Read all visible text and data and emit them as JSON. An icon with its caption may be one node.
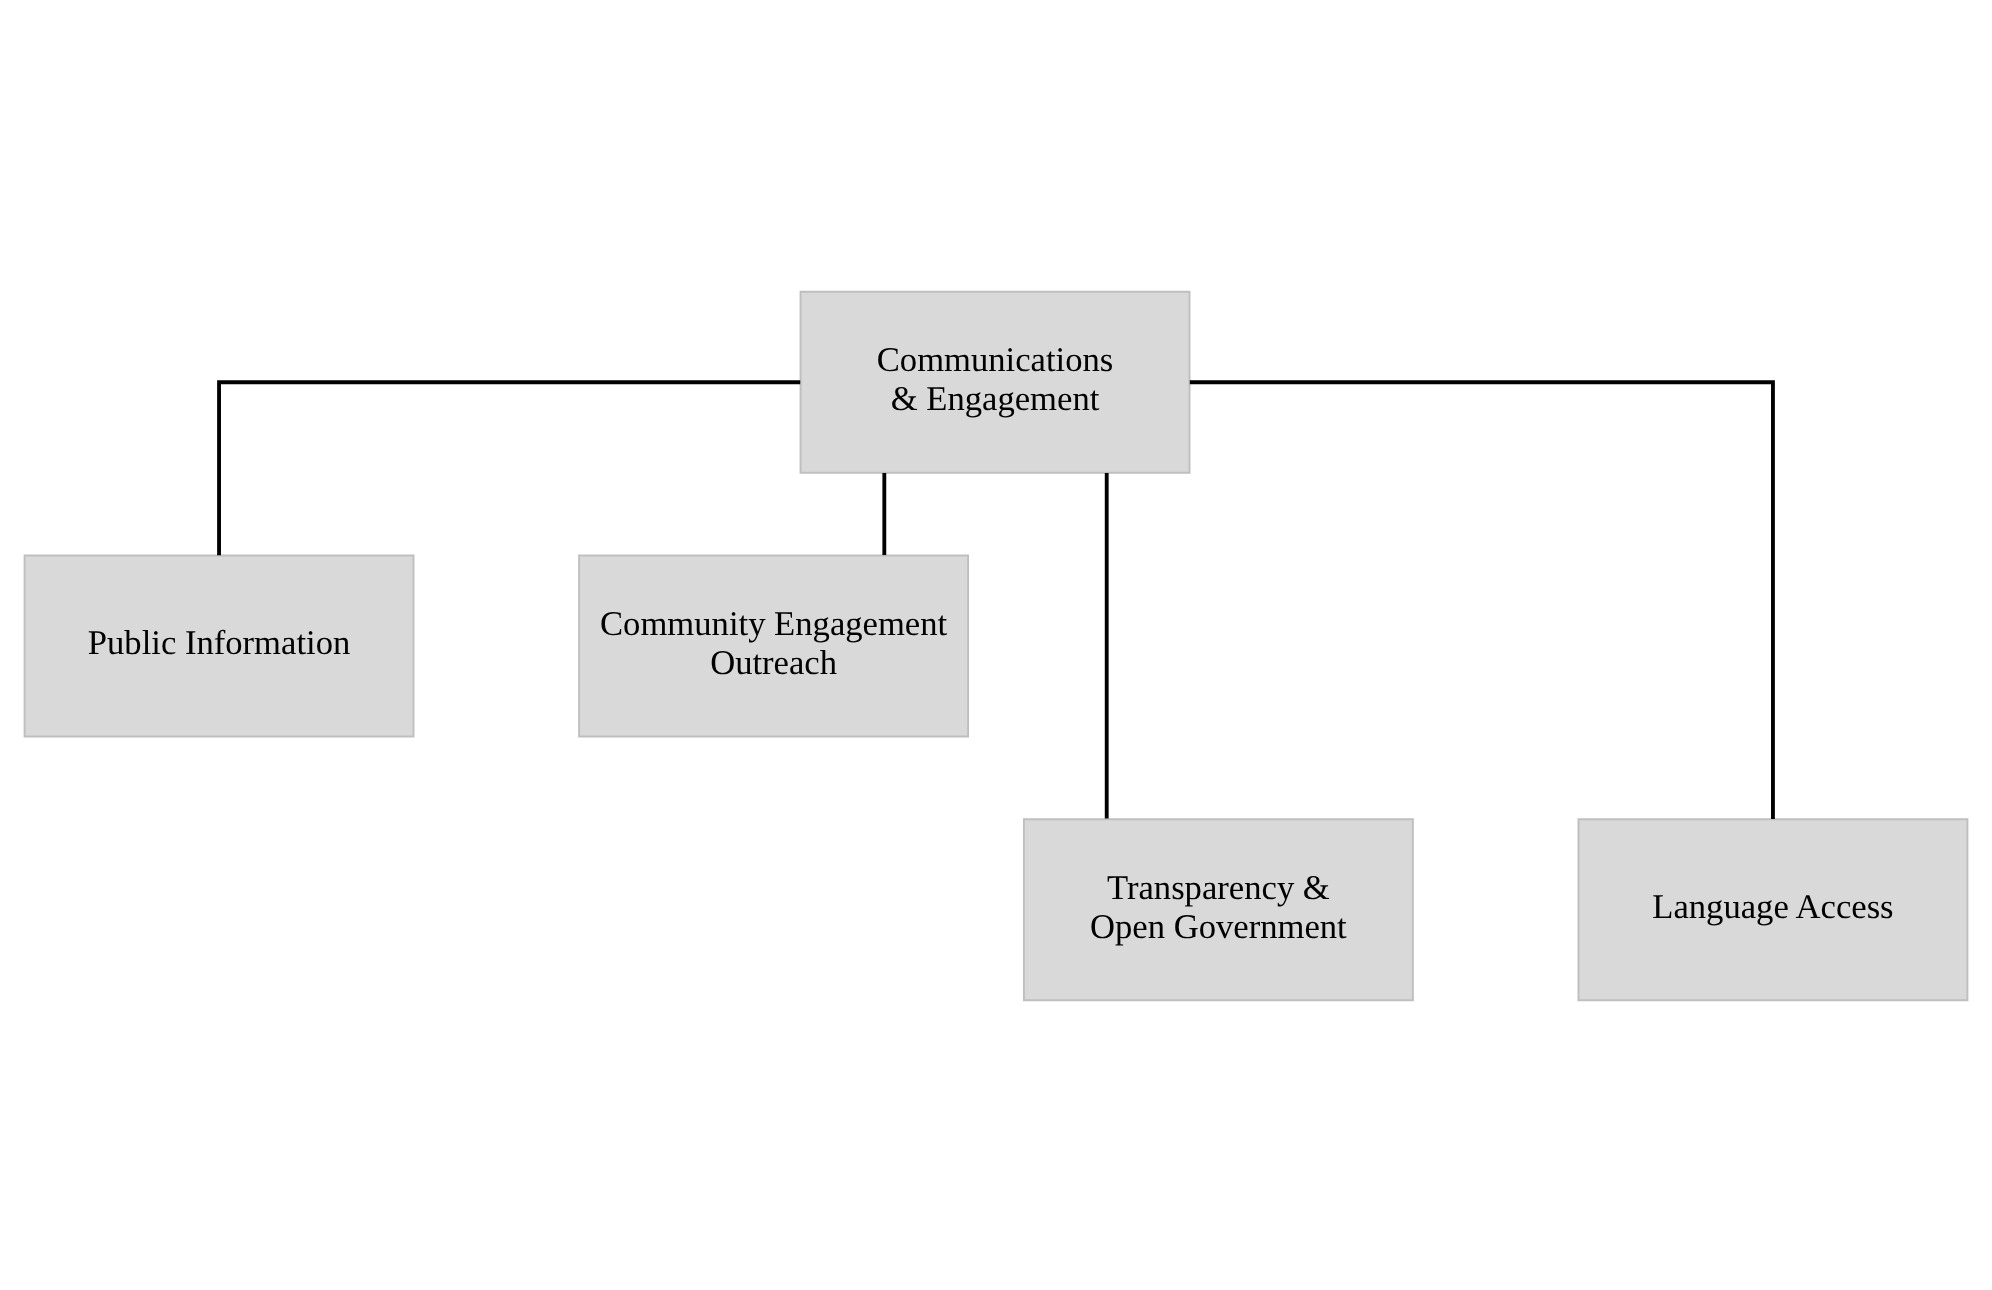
{
  "diagram": {
    "nodes": [
      {
        "text": [
          "Communications & Engagement"
        ]
      },
      {
        "text": [
          "Public Information"
        ]
      },
      {
        "text": [
          "Community Engagement Outreach"
        ]
      },
      {
        "text": [
          "Transparency & Open Government"
        ]
      },
      {
        "text": [
          "Language Access"
        ]
      }
    ],
    "edges": [
      {
        "from": 0,
        "to": 1,
        "arrow": "none"
      },
      {
        "from": 0,
        "to": 2,
        "arrow": "none"
      },
      {
        "from": 0,
        "to": 3,
        "arrow": "none"
      },
      {
        "from": 0,
        "to": 4,
        "arrow": "none"
      }
    ]
  }
}
